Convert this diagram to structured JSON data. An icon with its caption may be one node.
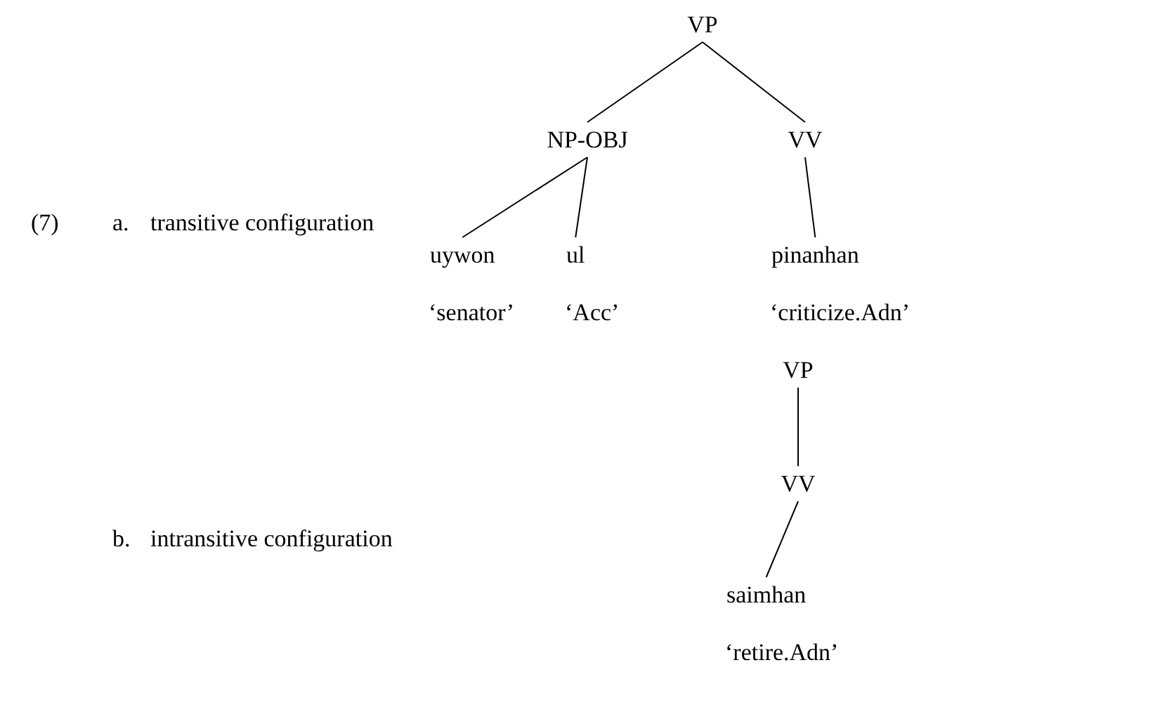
{
  "diagram": {
    "nodes": [
      {
        "text": [
          "VP"
        ]
      },
      {
        "text": [
          "NP-OBJ"
        ]
      },
      {
        "text": [
          "VV"
        ]
      },
      {
        "text": [
          "uywon"
        ],
        "beside": [
          "‘senator’"
        ]
      },
      {
        "text": [
          "ul"
        ],
        "beside": [
          "‘Acc’"
        ]
      },
      {
        "text": [
          "pinanhan"
        ],
        "beside": [
          "‘criticize.Adn’"
        ]
      },
      {
        "text": [
          "VP"
        ]
      },
      {
        "text": [
          "VV"
        ]
      },
      {
        "text": [
          "saimhan"
        ],
        "beside": [
          "‘retire.Adn’"
        ]
      }
    ],
    "edges": [
      {
        "from": 0,
        "to": 1,
        "arrow": "none"
      },
      {
        "from": 0,
        "to": 2,
        "arrow": "none"
      },
      {
        "from": 1,
        "to": 3,
        "arrow": "none"
      },
      {
        "from": 1,
        "to": 4,
        "arrow": "none"
      },
      {
        "from": 2,
        "to": 5,
        "arrow": "none"
      },
      {
        "from": 6,
        "to": 7,
        "arrow": "none"
      },
      {
        "from": 7,
        "to": 8,
        "arrow": "none"
      }
    ],
    "labels": [
      "(7)",
      "a.",
      "transitive configuration",
      "b.",
      "intransitive configuration"
    ]
  }
}
